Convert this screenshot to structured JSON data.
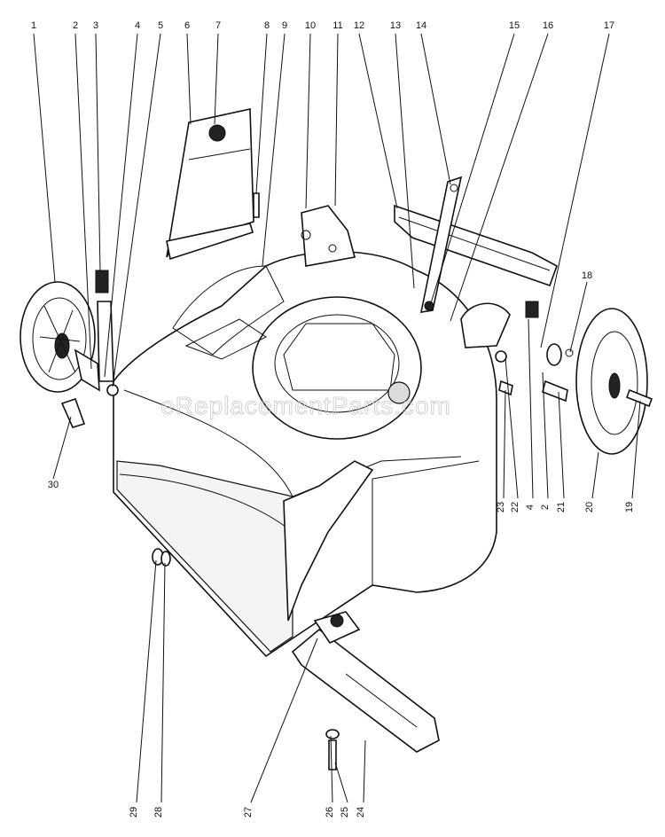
{
  "watermark": "eReplacementParts.com",
  "callouts": {
    "n1": "1",
    "n2": "2",
    "n3": "3",
    "n4": "4",
    "n5": "5",
    "n6": "6",
    "n7": "7",
    "n8": "8",
    "n9": "9",
    "n10": "10",
    "n11": "11",
    "n12": "12",
    "n13": "13",
    "n14": "14",
    "n15": "15",
    "n16": "16",
    "n17": "17",
    "n18": "18",
    "n19": "19",
    "n20": "20",
    "n21": "21",
    "n2b": "2",
    "n4b": "4",
    "n22": "22",
    "n23": "23",
    "n24": "24",
    "n25": "25",
    "n26": "26",
    "n27": "27",
    "n28": "28",
    "n29": "29",
    "n30": "30"
  }
}
